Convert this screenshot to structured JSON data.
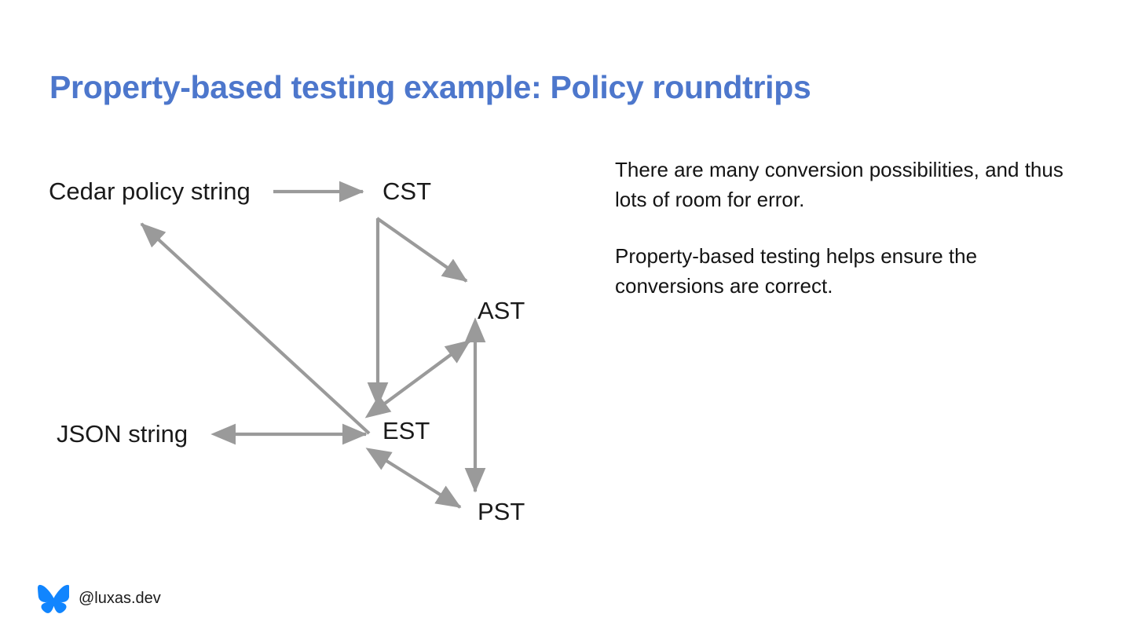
{
  "slide": {
    "title": "Property-based testing example: Policy roundtrips",
    "title_color": "#4d77cc",
    "background": "#ffffff"
  },
  "diagram": {
    "arrow_color": "#9a9a9a",
    "nodes": [
      {
        "id": "cedar",
        "label": "Cedar policy string"
      },
      {
        "id": "cst",
        "label": "CST"
      },
      {
        "id": "ast",
        "label": "AST"
      },
      {
        "id": "json",
        "label": "JSON string"
      },
      {
        "id": "est",
        "label": "EST"
      },
      {
        "id": "pst",
        "label": "PST"
      }
    ],
    "edges": [
      {
        "from": "cedar",
        "to": "cst",
        "direction": "one-way"
      },
      {
        "from": "cst",
        "to": "ast",
        "direction": "one-way"
      },
      {
        "from": "cst",
        "to": "est",
        "direction": "one-way"
      },
      {
        "from": "est",
        "to": "ast",
        "direction": "two-way"
      },
      {
        "from": "ast",
        "to": "pst",
        "direction": "two-way"
      },
      {
        "from": "est",
        "to": "pst",
        "direction": "two-way"
      },
      {
        "from": "est",
        "to": "json",
        "direction": "two-way"
      },
      {
        "from": "est",
        "to": "cedar",
        "direction": "one-way"
      }
    ]
  },
  "body": {
    "paragraphs": [
      "There are many conversion possibilities, and thus lots of room for error.",
      "Property-based testing helps ensure the conversions are correct."
    ]
  },
  "footer": {
    "handle": "@luxas.dev",
    "logo_color": "#1185fe",
    "logo_name": "bluesky-butterfly-logo"
  }
}
